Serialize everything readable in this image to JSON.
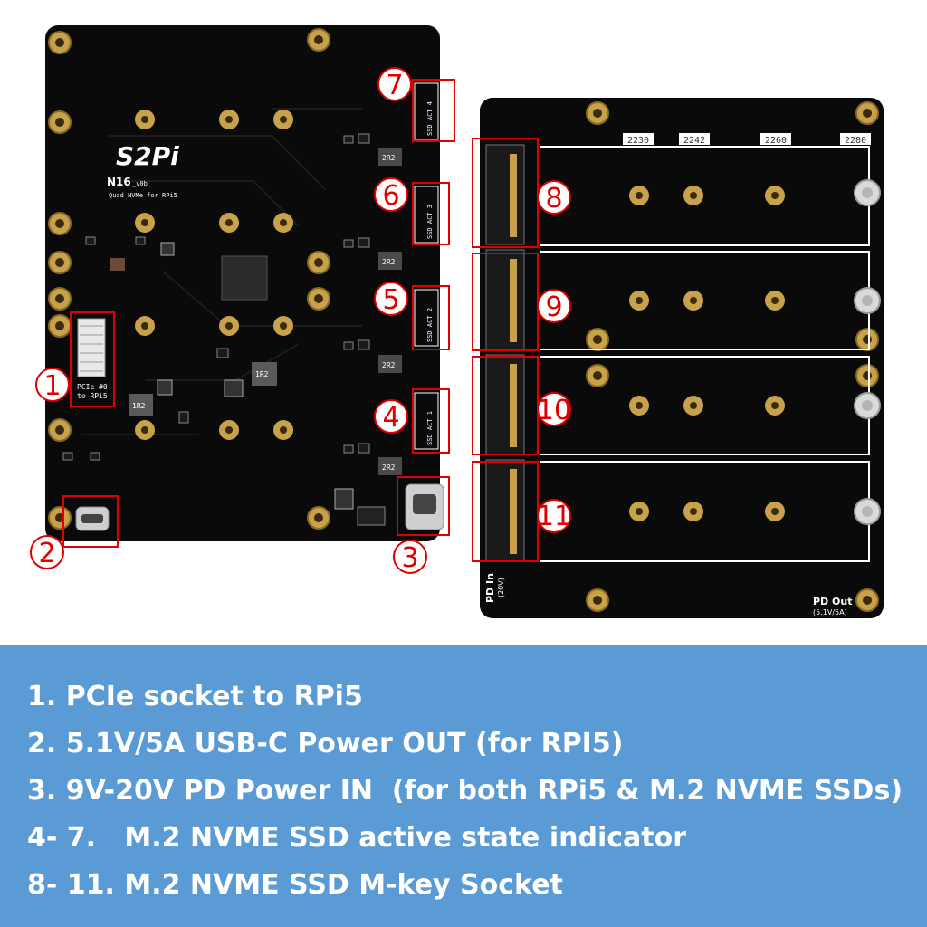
{
  "board_left": {
    "logo": "S2Pi",
    "model": "N16",
    "version": "_v0b",
    "subtitle": "Quad NVMe for RPi5",
    "pcie_label_1": "PCIe #0",
    "pcie_label_2": "to RPi5",
    "act_labels": [
      "SSD ACT 4",
      "SSD ACT 3",
      "SSD ACT 2",
      "SSD ACT 1"
    ],
    "inductor_labels": [
      "2R2",
      "2R2",
      "2R2",
      "2R2",
      "1R2",
      "1R2"
    ]
  },
  "board_right": {
    "size_labels": [
      "2230",
      "2242",
      "2260",
      "2280"
    ],
    "pd_in_label": "PD In",
    "pd_in_sub": "(20V)",
    "pd_out_label": "PD Out",
    "pd_out_sub": "(5.1V/5A)"
  },
  "callouts": [
    "1",
    "2",
    "3",
    "4",
    "5",
    "6",
    "7",
    "8",
    "9",
    "10",
    "11"
  ],
  "legend": [
    "1. PCIe socket to RPi5",
    "2. 5.1V/5A USB-C Power OUT (for RPI5)",
    "3. 9V-20V PD Power IN  (for both RPi5 & M.2 NVME SSDs)",
    "4- 7.   M.2 NVME SSD active state indicator",
    "8- 11. M.2 NVME SSD M-key Socket"
  ],
  "colors": {
    "panel": "#5b9bd5",
    "pcb": "#0a0a0a",
    "callout": "#e00000",
    "pad": "#c8a24a"
  }
}
